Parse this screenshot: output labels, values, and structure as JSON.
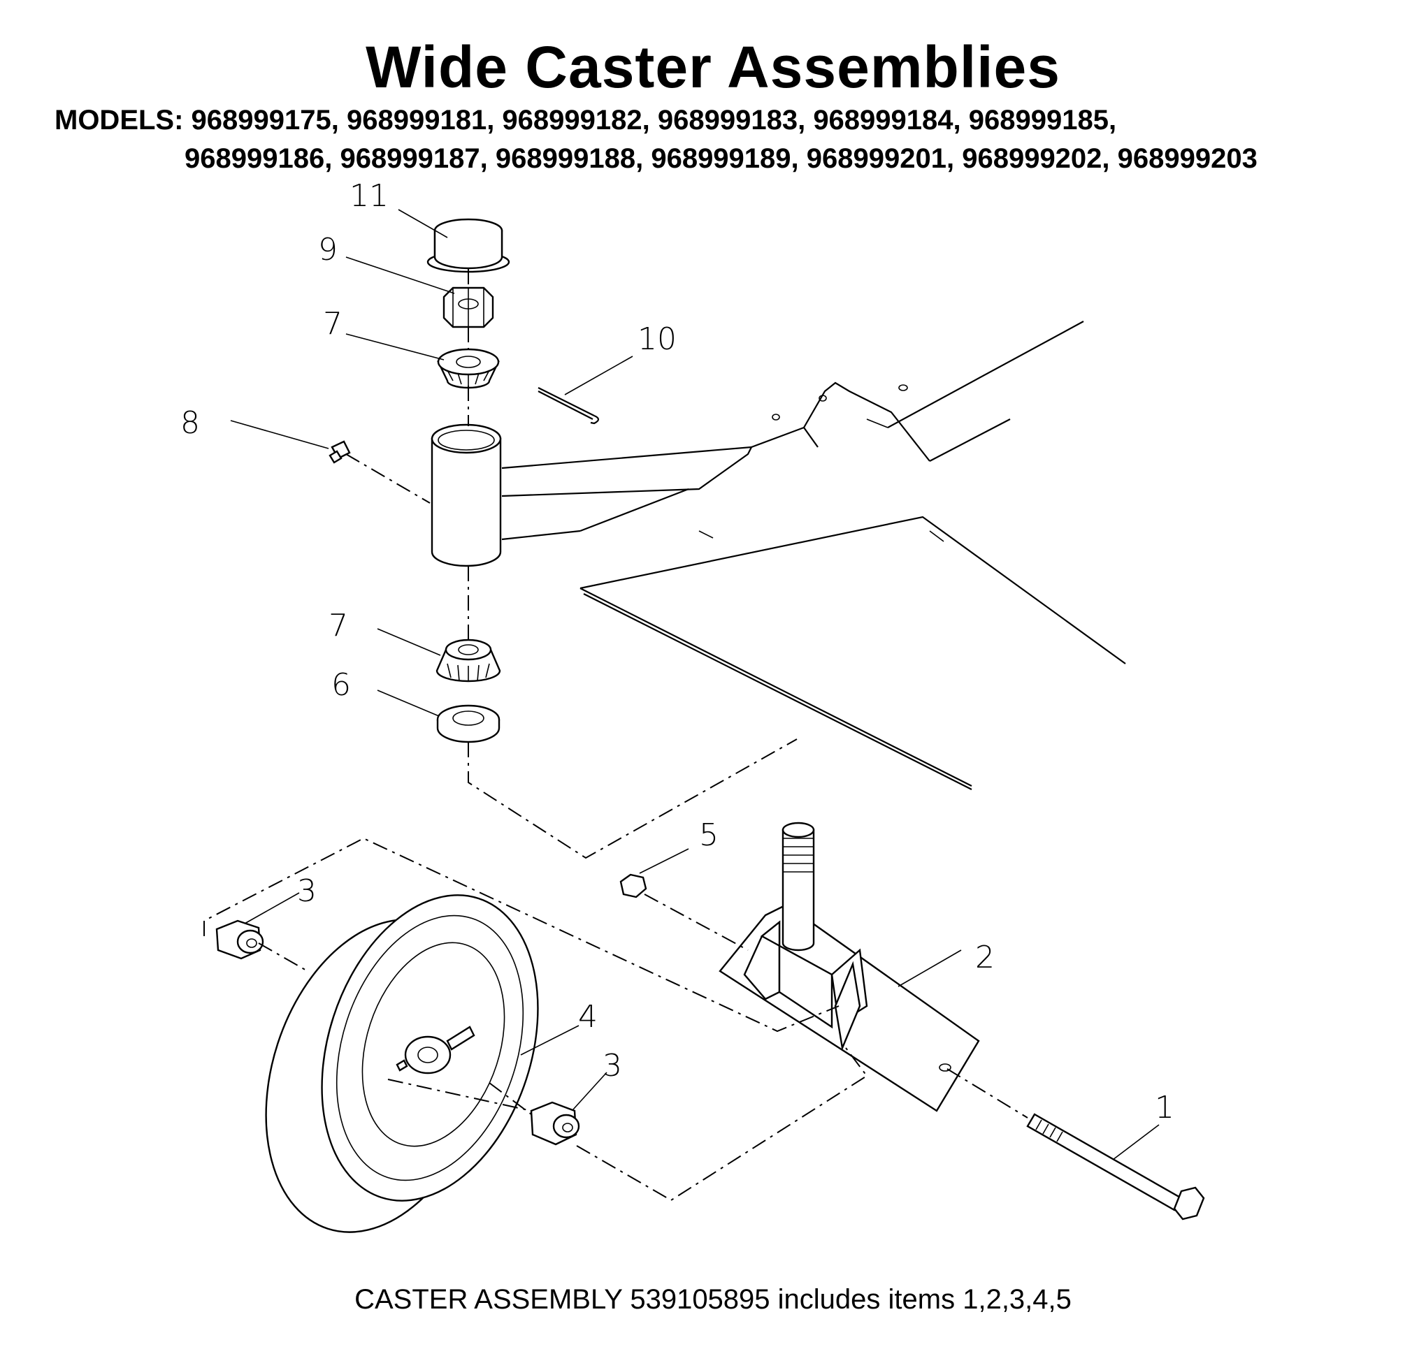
{
  "title": "Wide Caster Assemblies",
  "models_line1": "MODELS: 968999175, 968999181, 968999182, 968999183, 968999184, 968999185,",
  "models_line2": "968999186, 968999187,  968999188, 968999189, 968999201, 968999202, 968999203",
  "footer": "CASTER ASSEMBLY 539105895 includes items 1,2,3,4,5",
  "callouts": {
    "c1": "1",
    "c2": "2",
    "c3a": "3",
    "c3b": "3",
    "c4": "4",
    "c5": "5",
    "c6": "6",
    "c7a": "7",
    "c7b": "7",
    "c8": "8",
    "c9": "9",
    "c10": "10",
    "c11": "11"
  }
}
